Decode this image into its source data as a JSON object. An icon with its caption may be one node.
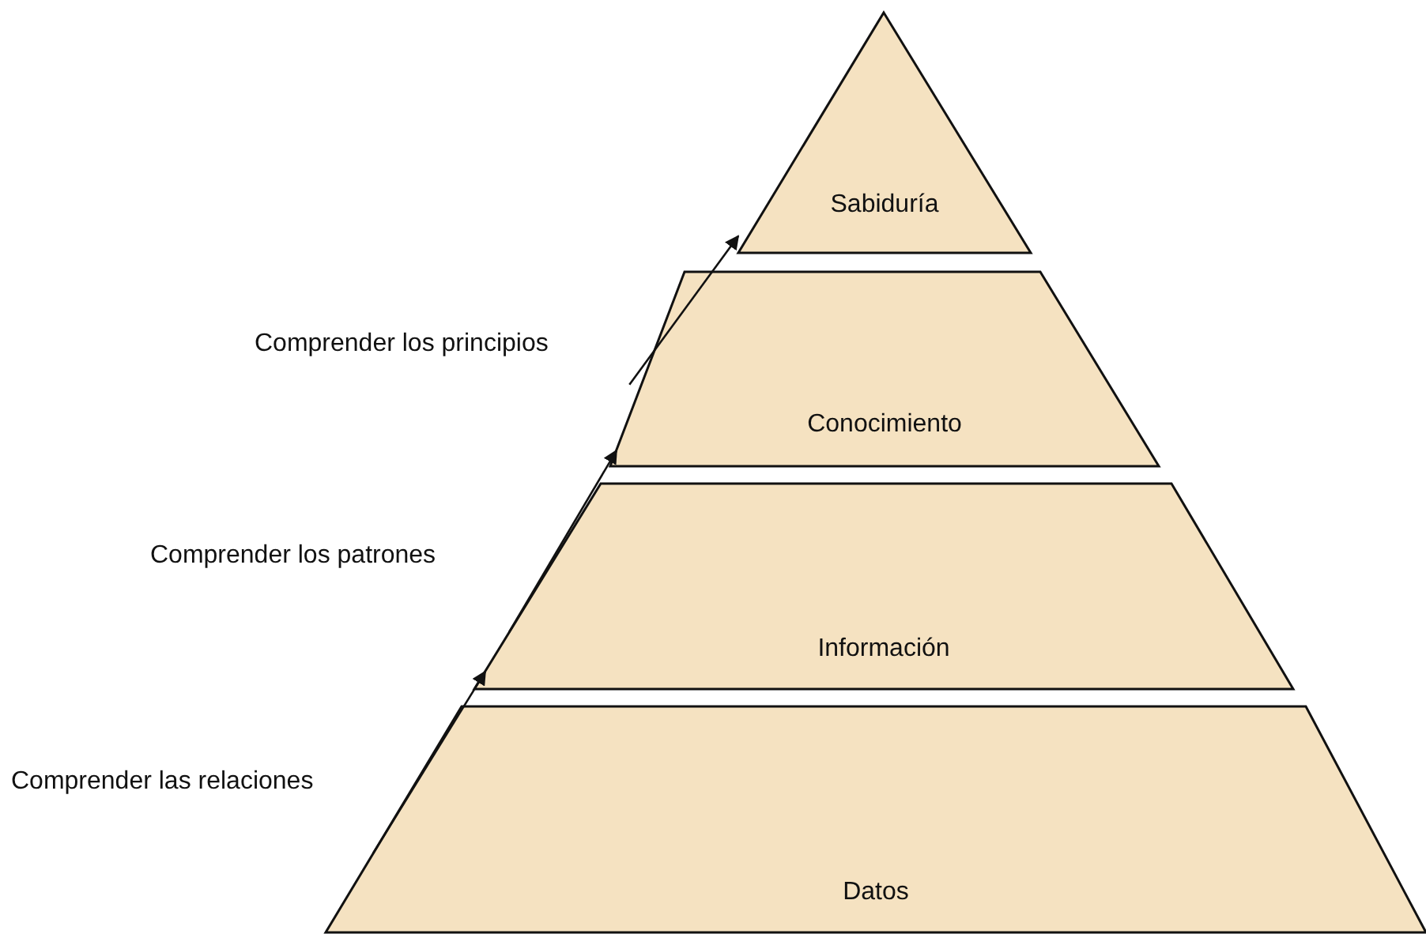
{
  "diagram": {
    "nodes": [
      {
        "text": [
          "Sabiduría"
        ]
      },
      {
        "text": [
          "Conocimiento"
        ]
      },
      {
        "text": [
          "Información"
        ]
      },
      {
        "text": [
          "Datos"
        ]
      }
    ],
    "edges": [
      {
        "from": 3,
        "to": 2,
        "arrow": "to",
        "label": "Comprender las relaciones"
      },
      {
        "from": 2,
        "to": 1,
        "arrow": "to",
        "label": "Comprender los patrones"
      },
      {
        "from": 1,
        "to": 0,
        "arrow": "to",
        "label": "Comprender los principios"
      }
    ]
  }
}
